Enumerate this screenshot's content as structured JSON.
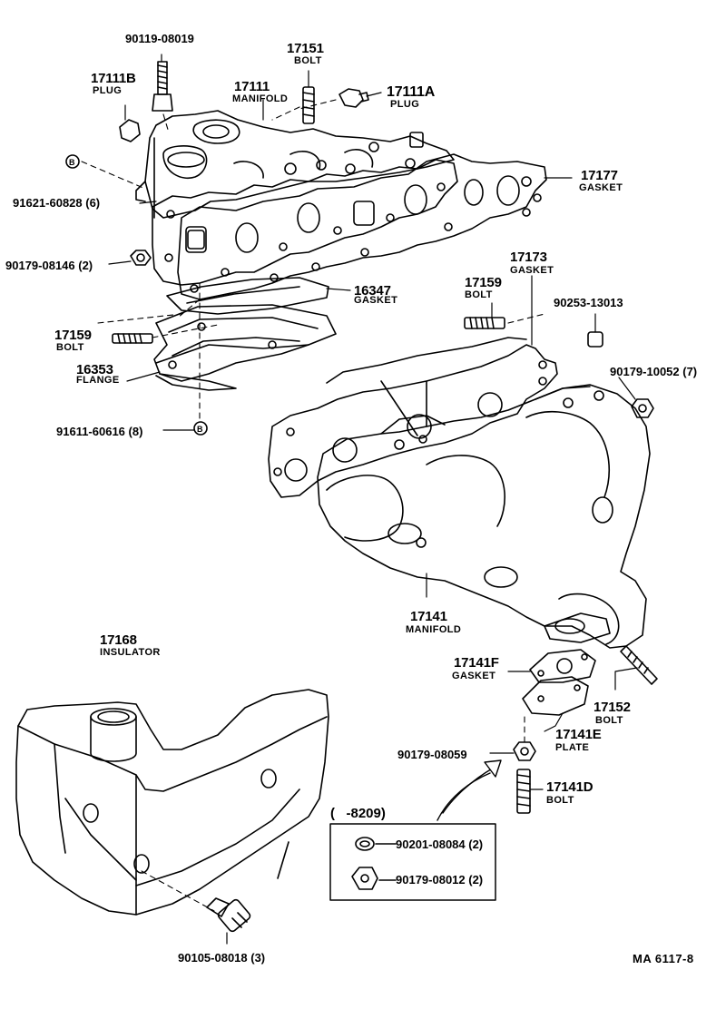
{
  "diagram": {
    "drawing_code": "MA 6117-8",
    "callouts": {
      "p_90119_08019": {
        "part_no": "90119-08019"
      },
      "p_17151": {
        "part_no": "17151",
        "name": "BOLT"
      },
      "p_17111b": {
        "part_no": "17111B",
        "name": "PLUG"
      },
      "p_17111": {
        "part_no": "17111",
        "name": "MANIFOLD"
      },
      "p_17111a": {
        "part_no": "17111A",
        "name": "PLUG"
      },
      "p_91621": {
        "part_no": "91621-60828 (6)"
      },
      "p_17177": {
        "part_no": "17177",
        "name": "GASKET"
      },
      "p_90179_08146": {
        "part_no": "90179-08146 (2)"
      },
      "p_16347": {
        "part_no": "16347",
        "name": "GASKET"
      },
      "p_17159_left": {
        "part_no": "17159",
        "name": "BOLT"
      },
      "p_16353": {
        "part_no": "16353",
        "name": "FLANGE"
      },
      "p_91611": {
        "part_no": "91611-60616 (8)"
      },
      "p_17173": {
        "part_no": "17173",
        "name": "GASKET"
      },
      "p_17159_right": {
        "part_no": "17159",
        "name": "BOLT"
      },
      "p_90253": {
        "part_no": "90253-13013"
      },
      "p_90179_10052": {
        "part_no": "90179-10052 (7)"
      },
      "p_17141": {
        "part_no": "17141",
        "name": "MANIFOLD"
      },
      "p_17168": {
        "part_no": "17168",
        "name": "INSULATOR"
      },
      "p_17141f": {
        "part_no": "17141F",
        "name": "GASKET"
      },
      "p_17152": {
        "part_no": "17152",
        "name": "BOLT"
      },
      "p_17141e": {
        "part_no": "17141E",
        "name": "PLATE"
      },
      "p_90179_08059": {
        "part_no": "90179-08059"
      },
      "p_17141d": {
        "part_no": "17141D",
        "name": "BOLT"
      },
      "p_90105": {
        "part_no": "90105-08018 (3)"
      },
      "box_date": {
        "text": "(   -8209)"
      },
      "p_90201": {
        "part_no": "90201-08084 (2)"
      },
      "p_90179_08012": {
        "part_no": "90179-08012 (2)"
      }
    }
  }
}
